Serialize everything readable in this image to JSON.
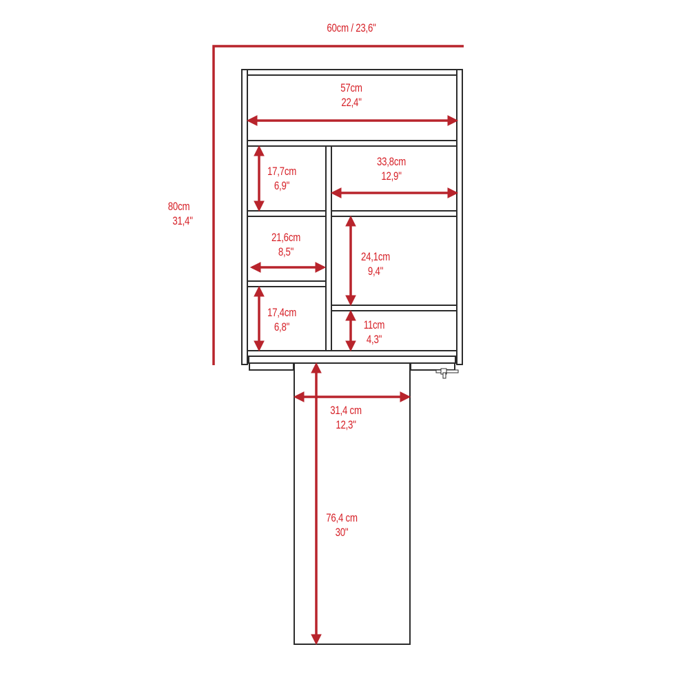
{
  "colors": {
    "dimension": "#b8242c",
    "label": "#d62027",
    "outline": "#2b2b2b",
    "background": "#ffffff"
  },
  "dimensions": {
    "overall_width": {
      "label": "60cm / 23,6\""
    },
    "overall_height": {
      "cm": "80cm",
      "in": "31,4\""
    },
    "top_shelf_width": {
      "cm": "57cm",
      "in": "22,4\""
    },
    "left_upper_height": {
      "cm": "17,7cm",
      "in": "6,9\""
    },
    "right_upper_width": {
      "cm": "33,8cm",
      "in": "12,9\""
    },
    "left_middle_width": {
      "cm": "21,6cm",
      "in": "8,5\""
    },
    "right_middle_height": {
      "cm": "24,1cm",
      "in": "9,4\""
    },
    "left_lower_height": {
      "cm": "17,4cm",
      "in": "6,8\""
    },
    "right_lower_height": {
      "cm": "11cm",
      "in": "4,3\""
    },
    "table_width": {
      "cm": "31,4 cm",
      "in": "12,3\""
    },
    "table_length": {
      "cm": "76,4 cm",
      "in": "30\""
    }
  }
}
